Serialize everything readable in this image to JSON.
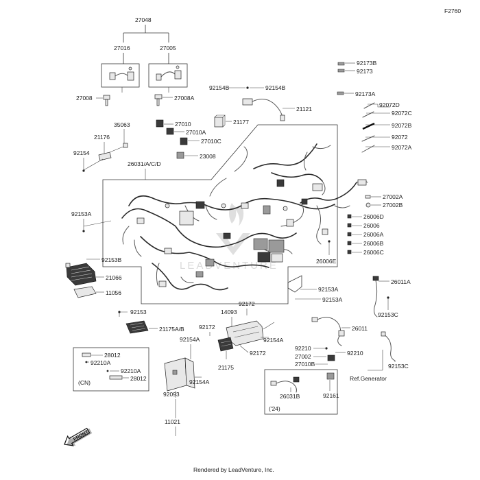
{
  "figure_id": "F2760",
  "footer": "Rendered by LeadVenture, Inc.",
  "watermark": "LEADVENTURE",
  "front_label": "FRONT",
  "notes": {
    "cn": "(CN)",
    "year24": "('24)",
    "ref_generator": "Ref.Generator"
  },
  "labels": {
    "p27048": "27048",
    "p27016": "27016",
    "p27005": "27005",
    "p27008": "27008",
    "p27008A": "27008A",
    "p35063": "35063",
    "p21176": "21176",
    "p92154": "92154",
    "p27010": "27010",
    "p27010A": "27010A",
    "p27010C": "27010C",
    "p23008": "23008",
    "p26031ACD": "26031/A/C/D",
    "p92154B_a": "92154B",
    "p92154B_b": "92154B",
    "p21121": "21121",
    "p21177": "21177",
    "p92173B": "92173B",
    "p92173": "92173",
    "p92173A": "92173A",
    "p92072D": "92072D",
    "p92072C": "92072C",
    "p92072B": "92072B",
    "p92072": "92072",
    "p92072A": "92072A",
    "p27002A": "27002A",
    "p27002B": "27002B",
    "p26006D": "26006D",
    "p26006": "26006",
    "p26006A": "26006A",
    "p26006B": "26006B",
    "p26006C": "26006C",
    "p26006E": "26006E",
    "p92153A_left": "92153A",
    "p92153B": "92153B",
    "p21066": "21066",
    "p11056": "11056",
    "p92153": "92153",
    "p21175AB": "21175A/B",
    "p92153A_r1": "92153A",
    "p92153A_r2": "92153A",
    "p26011A": "26011A",
    "p92153C_a": "92153C",
    "p26011": "26011",
    "p92210_a": "92210",
    "p92210_b": "92210",
    "p27002": "27002",
    "p27010B": "27010B",
    "p92153C_b": "92153C",
    "p92172_a": "92172",
    "p14093": "14093",
    "p92172_b": "92172",
    "p92154A_a": "92154A",
    "p92154A_b": "92154A",
    "p92172_c": "92172",
    "p21175": "21175",
    "p92154A_c": "92154A",
    "p92093": "92093",
    "p11021": "11021",
    "p28012_a": "28012",
    "p92210A_a": "92210A",
    "p92210A_b": "92210A",
    "p28012_b": "28012",
    "p26031B": "26031B",
    "p92161": "92161"
  }
}
